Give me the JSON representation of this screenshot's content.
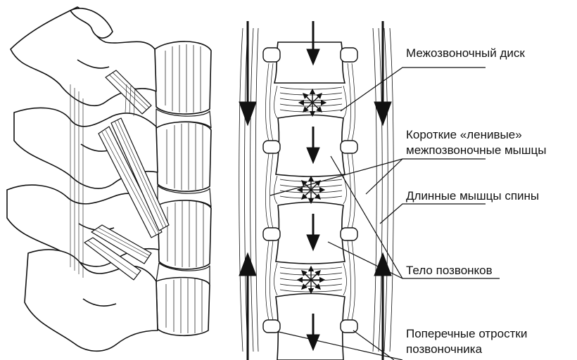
{
  "labels": {
    "disc": "Межозвоночный диск",
    "short_muscles_line1": "Короткие «ленивые»",
    "short_muscles_line2": "межпозвоночные мышцы",
    "long_muscles": "Длинные мышцы спины",
    "vertebral_body": "Тело позвонков",
    "transverse_line1": "Поперечные отростки",
    "transverse_line2": "позвоночника"
  },
  "colors": {
    "line": "#111111",
    "background": "#ffffff"
  }
}
